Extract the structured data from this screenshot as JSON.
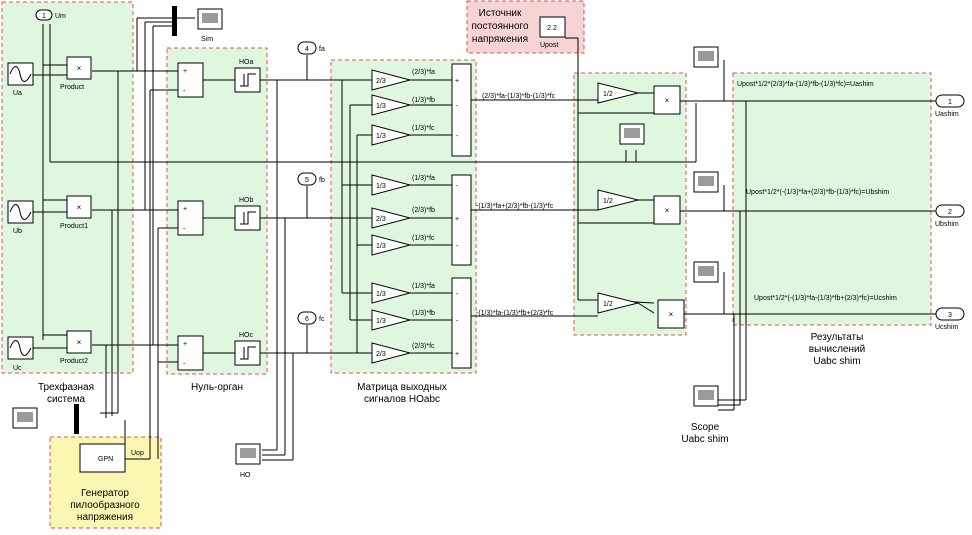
{
  "areas": {
    "three_phase": [
      "Трехфазная",
      "система"
    ],
    "null_organ": "Нуль-орган",
    "matrix": [
      "Матрица выходных",
      "сигналов HOabc"
    ],
    "dc_source": [
      "Источник",
      "постоянного",
      "напряжения"
    ],
    "generator": [
      "Генератор",
      "пилообразного",
      "напряжения"
    ],
    "results": [
      "Результаты",
      "вычислений",
      "Uabc shim"
    ],
    "scope_caption": [
      "Scope",
      "Uabc shim"
    ]
  },
  "blocks": {
    "ua": "Ua",
    "ub": "Ub",
    "uc": "Uc",
    "um": "Um",
    "um_port": "1",
    "product": "Product",
    "product1": "Product1",
    "product2": "Product2",
    "hoa": "HOa",
    "hob": "HOb",
    "hoc": "HOc",
    "sim": "Sim",
    "ho": "HO",
    "gpn": "GPN",
    "uop": "Uop",
    "upost_value": "2.2",
    "upost_label": "Upost",
    "port4": "4",
    "port5": "5",
    "port6": "6",
    "fa": "fa",
    "fb": "fb",
    "fc": "fc",
    "plus": "+",
    "minus": "-",
    "times": "×"
  },
  "gains": {
    "g23": "2/3",
    "g13": "1/3",
    "g12": "1/2",
    "a1": "(2/3)*fa",
    "a2": "(1/3)*fb",
    "a3": "(1/3)*fc",
    "b1": "(1/3)*fa",
    "b2": "(2/3)*fb",
    "b3": "(1/3)*fc",
    "c1": "(1/3)*fa",
    "c2": "(1/3)*fb",
    "c3": "(2/3)*fc"
  },
  "sums": {
    "a": "(2/3)*fa-(1/3)*fb-(1/3)*fc",
    "b": "-(1/3)*fa+(2/3)*fb-(1/3)*fc",
    "c": "-(1/3)*fa-(1/3)*fb+(2/3)*fc"
  },
  "results": {
    "a": "Upost*1/2*(2/3)*fa-(1/3)*fb-(1/3)*fc)=Uashim",
    "b": "Upost*1/2*(-(1/3)*fa+(2/3)*fb-(1/3)*fc)=Ubshim",
    "c": "Upost*1/2*(-(1/3)*fa-(1/3)*fb+(2/3)*fc)=Ucshim"
  },
  "outports": [
    {
      "num": "1",
      "label": "Uashim"
    },
    {
      "num": "2",
      "label": "Ubshim"
    },
    {
      "num": "3",
      "label": "Ucshim"
    }
  ]
}
